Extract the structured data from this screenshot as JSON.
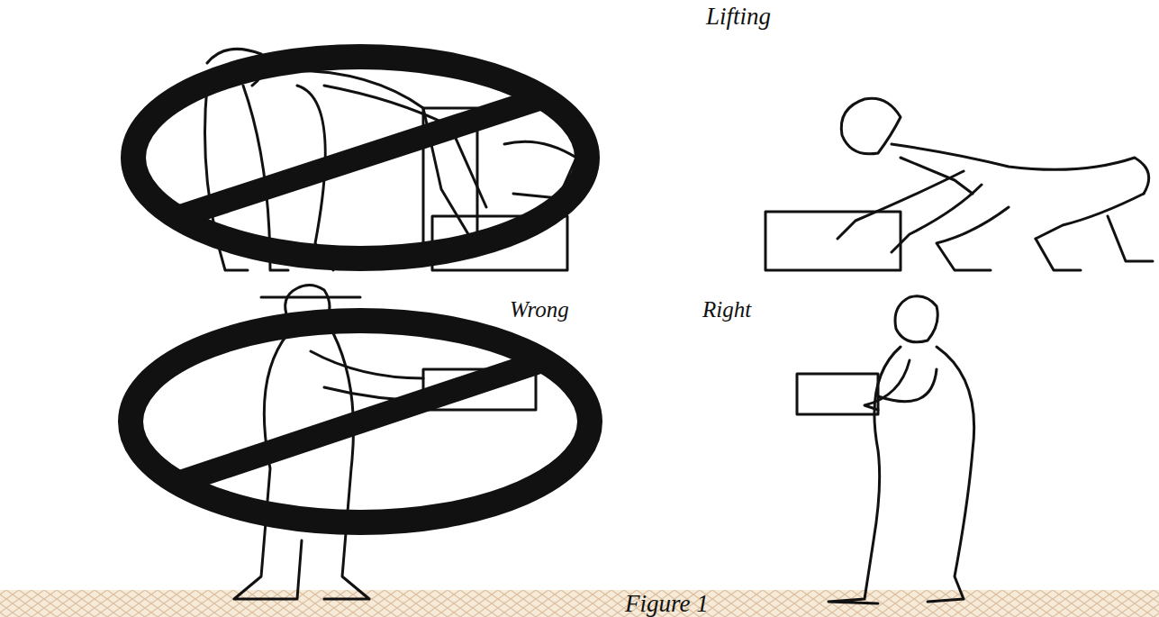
{
  "diagram": {
    "title": "Lifting",
    "caption": "Figure 1",
    "labels": [
      "Wrong",
      "Right"
    ]
  }
}
